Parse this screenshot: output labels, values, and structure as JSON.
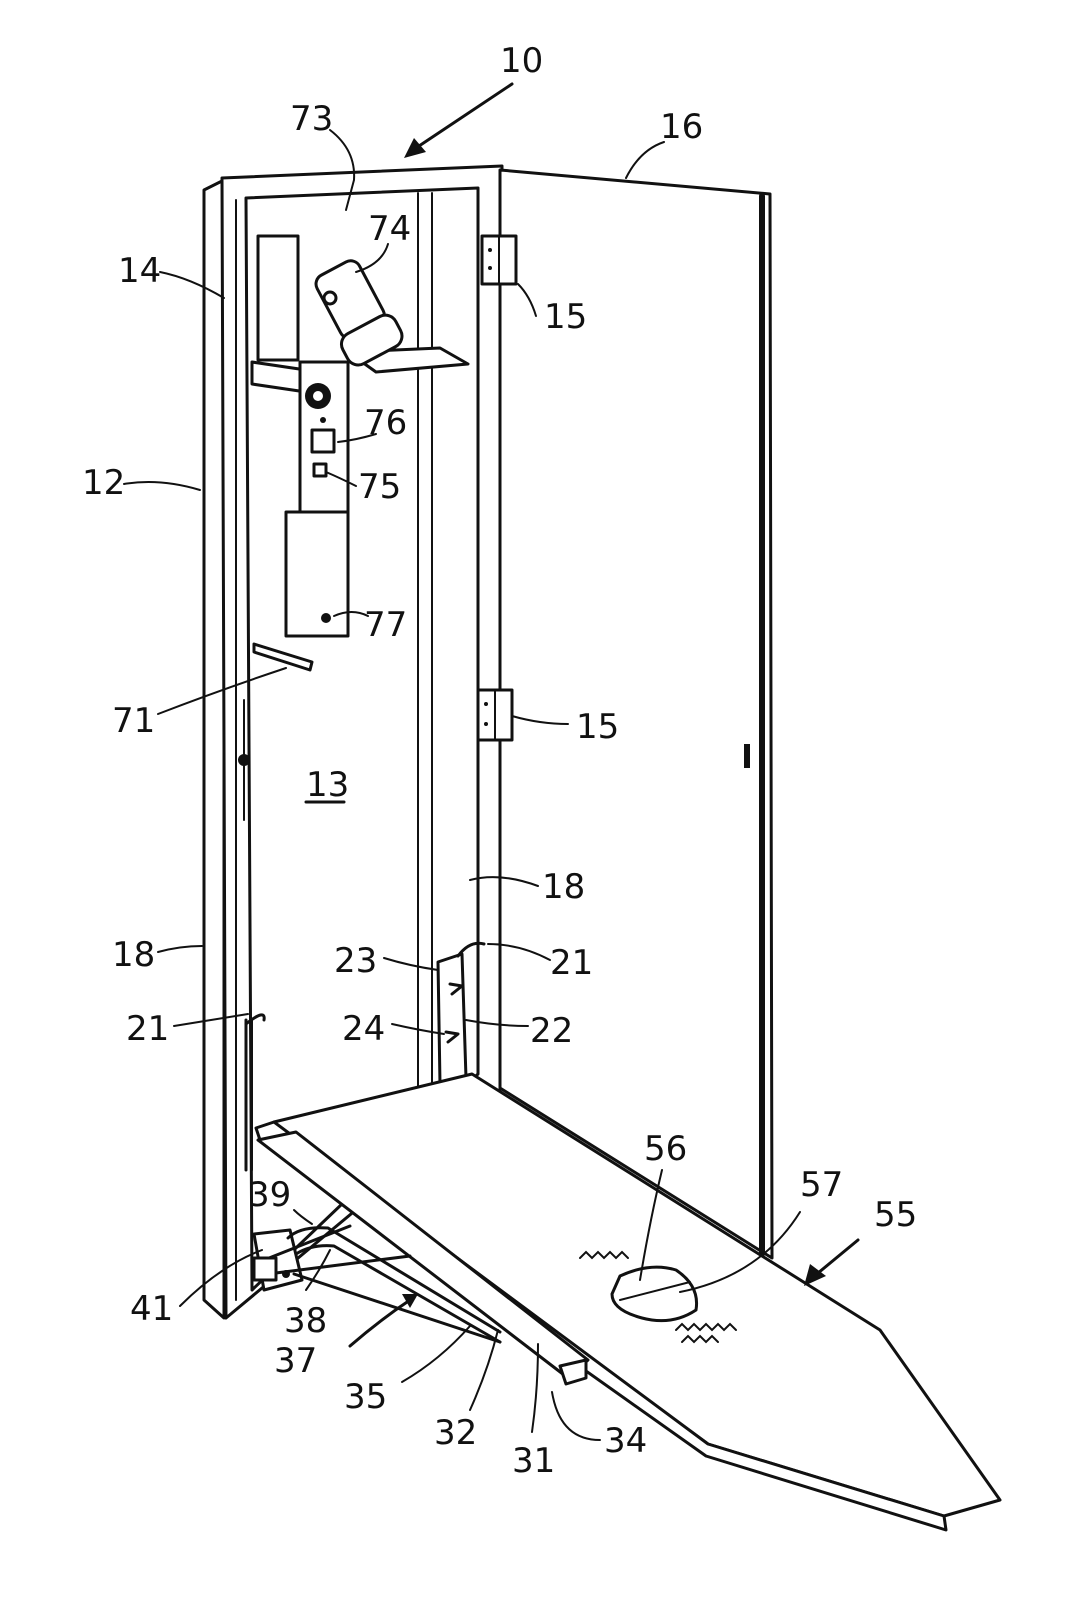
{
  "figure": {
    "labels": [
      {
        "key": "n10",
        "text": "10"
      },
      {
        "key": "n73",
        "text": "73"
      },
      {
        "key": "n16",
        "text": "16"
      },
      {
        "key": "n74",
        "text": "74"
      },
      {
        "key": "n14",
        "text": "14"
      },
      {
        "key": "n15a",
        "text": "15"
      },
      {
        "key": "n76",
        "text": "76"
      },
      {
        "key": "n12",
        "text": "12"
      },
      {
        "key": "n75",
        "text": "75"
      },
      {
        "key": "n77",
        "text": "77"
      },
      {
        "key": "n71",
        "text": "71"
      },
      {
        "key": "n15b",
        "text": "15"
      },
      {
        "key": "n13",
        "text": "13"
      },
      {
        "key": "n18a",
        "text": "18"
      },
      {
        "key": "n18b",
        "text": "18"
      },
      {
        "key": "n23",
        "text": "23"
      },
      {
        "key": "n21a",
        "text": "21"
      },
      {
        "key": "n21b",
        "text": "21"
      },
      {
        "key": "n24",
        "text": "24"
      },
      {
        "key": "n22",
        "text": "22"
      },
      {
        "key": "n56",
        "text": "56"
      },
      {
        "key": "n57",
        "text": "57"
      },
      {
        "key": "n55",
        "text": "55"
      },
      {
        "key": "n39",
        "text": "39"
      },
      {
        "key": "n41",
        "text": "41"
      },
      {
        "key": "n38",
        "text": "38"
      },
      {
        "key": "n37",
        "text": "37"
      },
      {
        "key": "n35",
        "text": "35"
      },
      {
        "key": "n32",
        "text": "32"
      },
      {
        "key": "n31",
        "text": "31"
      },
      {
        "key": "n34",
        "text": "34"
      }
    ]
  }
}
